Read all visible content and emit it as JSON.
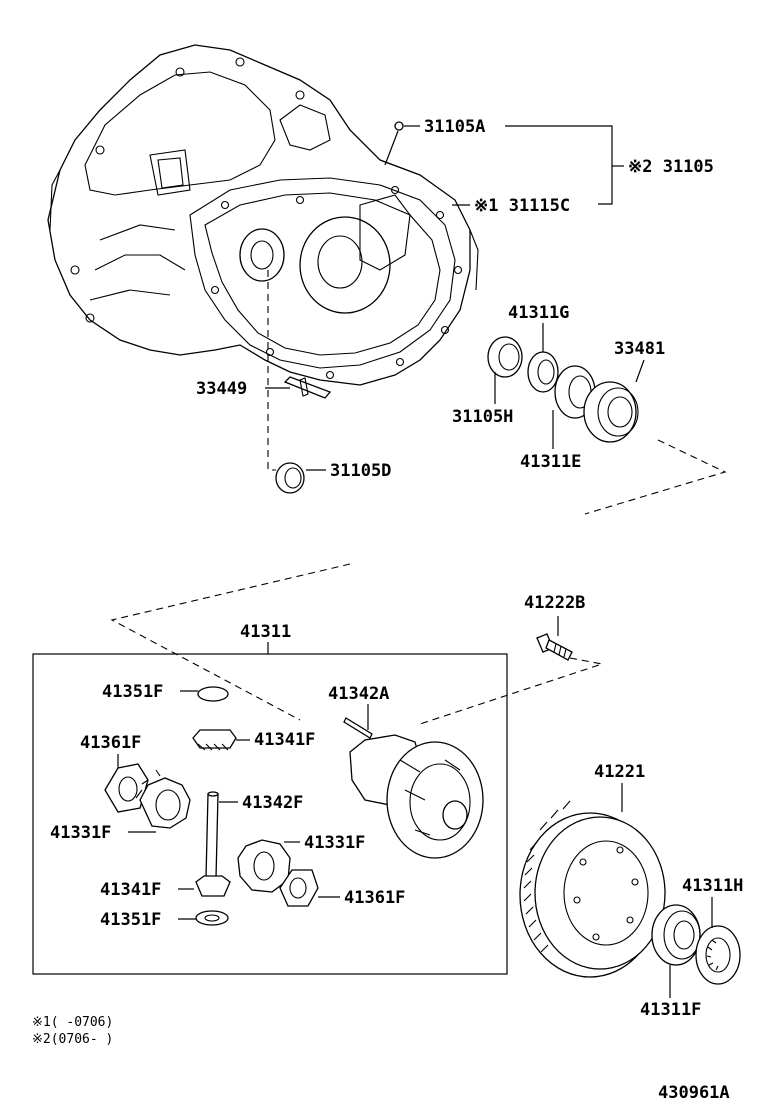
{
  "parts": {
    "p31105A": "31105A",
    "p31105": "※2 31105",
    "p31115C": "※1 31115C",
    "p41311G": "41311G",
    "p33481": "33481",
    "p31105H": "31105H",
    "p41311E": "41311E",
    "p33449": "33449",
    "p31105D": "31105D",
    "p41222B": "41222B",
    "p41311": "41311",
    "p41351F_top": "41351F",
    "p41342A": "41342A",
    "p41341F_top": "41341F",
    "p41361F_left": "41361F",
    "p41342F": "41342F",
    "p41331F_left": "41331F",
    "p41331F_right": "41331F",
    "p41341F_bottom": "41341F",
    "p41361F_right": "41361F",
    "p41351F_bottom": "41351F",
    "p41221": "41221",
    "p41311H": "41311H",
    "p41311F": "41311F"
  },
  "notes": {
    "note1": "※1(       -0706)",
    "note2": "※2(0706-        )"
  },
  "diagram_id": "430961A"
}
